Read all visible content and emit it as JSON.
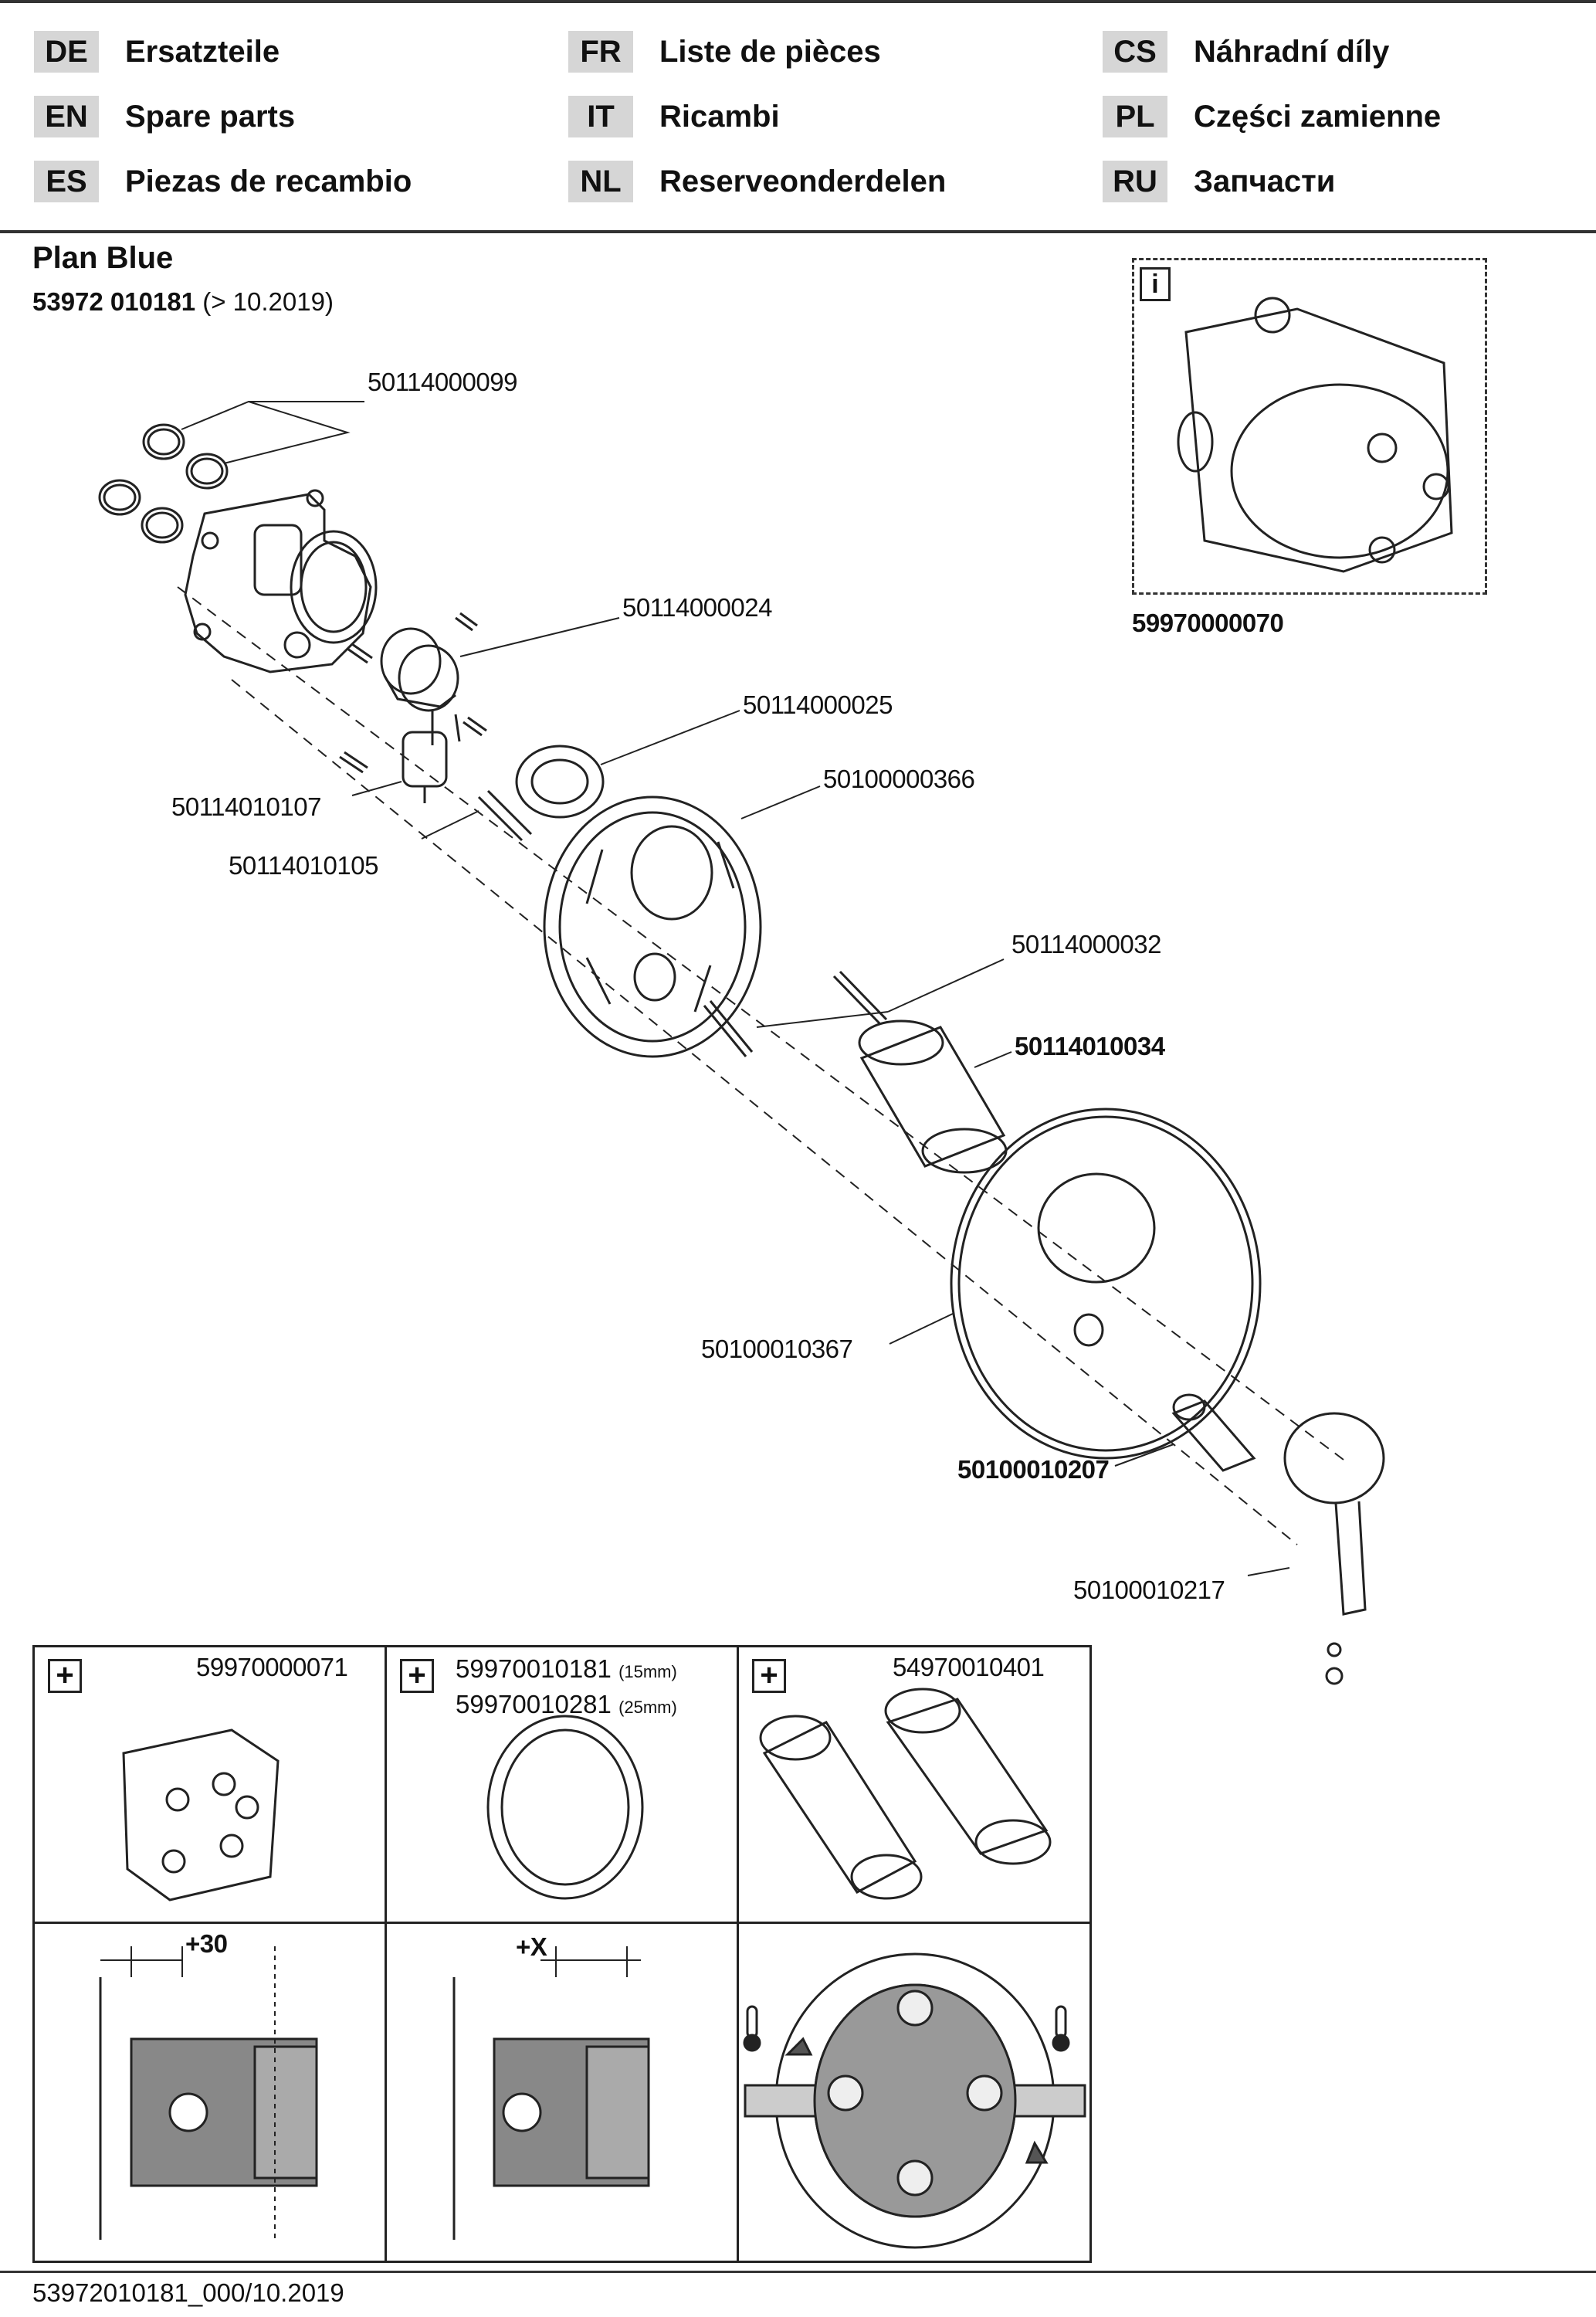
{
  "languages": [
    {
      "code": "DE",
      "name": "Ersatzteile"
    },
    {
      "code": "EN",
      "name": "Spare parts"
    },
    {
      "code": "ES",
      "name": "Piezas de recambio"
    },
    {
      "code": "FR",
      "name": "Liste de pièces"
    },
    {
      "code": "IT",
      "name": "Ricambi"
    },
    {
      "code": "NL",
      "name": "Reserveonderdelen"
    },
    {
      "code": "CS",
      "name": "Náhradní díly"
    },
    {
      "code": "PL",
      "name": "Części zamienne"
    },
    {
      "code": "RU",
      "name": "Запчасти"
    }
  ],
  "product": {
    "name": "Plan Blue",
    "number": "53972 010181",
    "validity": "(> 10.2019)"
  },
  "info_box": {
    "icon": "info-icon",
    "part": "59970000070"
  },
  "parts": {
    "p1": "50114000099",
    "p2": "50114000024",
    "p3": "50114000025",
    "p4": "50100000366",
    "p5": "50114010107",
    "p6": "50114010105",
    "p7": "50114000032",
    "p8": "50114010034",
    "p9": "50100010367",
    "p10": "50100010207",
    "p11": "50100010217"
  },
  "accessories": [
    {
      "icon": "plus-icon",
      "part": "59970000071"
    },
    {
      "icon": "plus-icon",
      "part_a": "59970010181",
      "note_a": "(15mm)",
      "part_b": "59970010281",
      "note_b": "(25mm)"
    },
    {
      "icon": "plus-icon",
      "part": "54970010401"
    }
  ],
  "dimensions": {
    "d1": "+30",
    "d2": "+X"
  },
  "footer": {
    "doc_code": "53972010181_000/10.2019"
  }
}
